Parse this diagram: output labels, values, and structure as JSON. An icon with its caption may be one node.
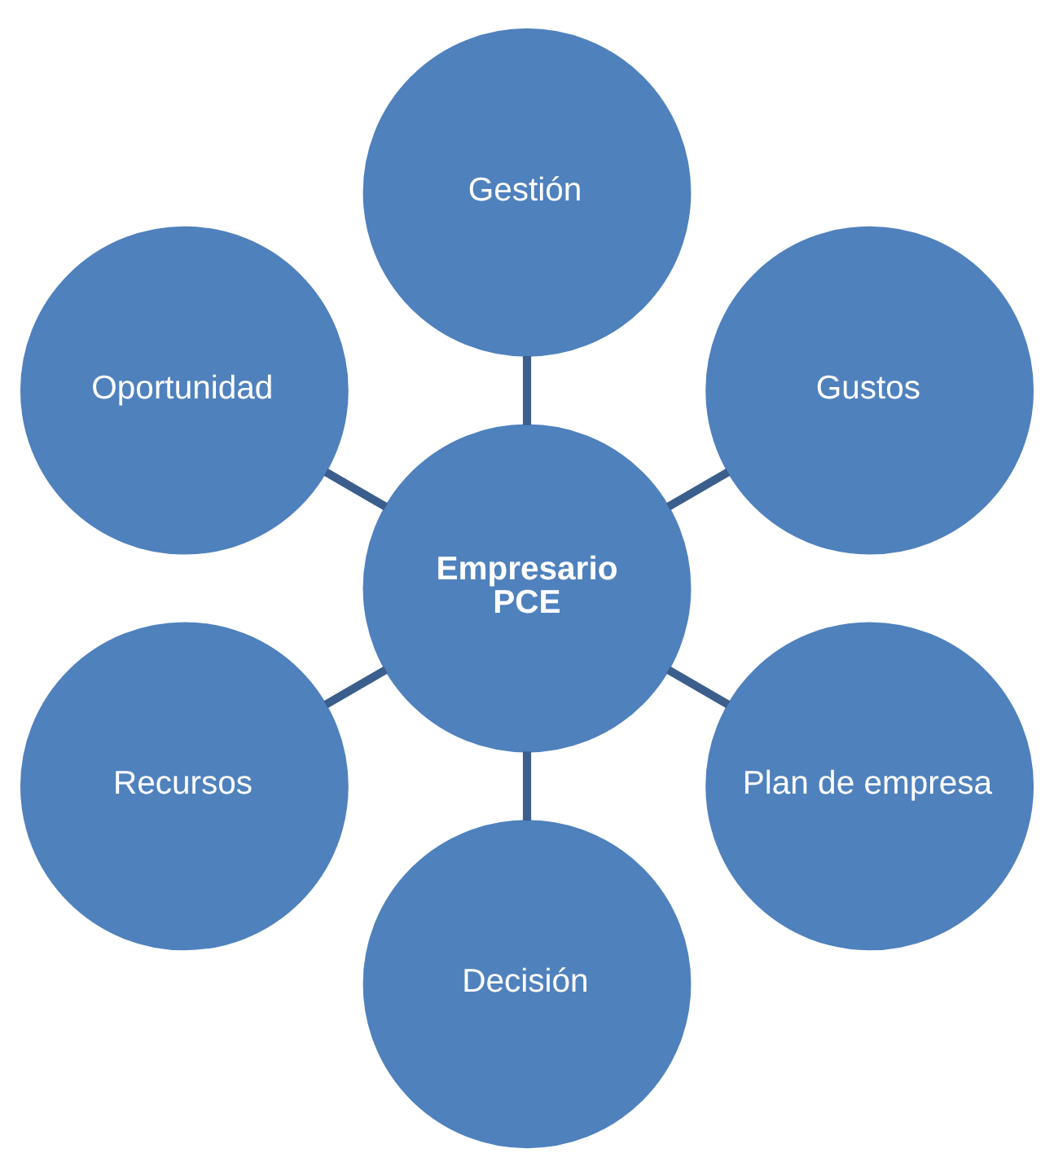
{
  "diagram": {
    "nodes": [
      {
        "text": [
          "Gustos"
        ]
      },
      {
        "text": [
          "Gestión"
        ]
      },
      {
        "text": [
          "Oportunidad"
        ]
      },
      {
        "text": [
          "Empresario",
          "PCE"
        ]
      },
      {
        "text": [
          "Recursos"
        ]
      },
      {
        "text": [
          "Decisión"
        ]
      },
      {
        "text": [
          "Plan de empresa"
        ]
      }
    ],
    "edges": [
      {
        "from": 3,
        "to": 0,
        "arrow": "none"
      },
      {
        "from": 3,
        "to": 2,
        "arrow": "none"
      },
      {
        "from": 3,
        "to": 5,
        "arrow": "none"
      },
      {
        "from": 3,
        "to": 6,
        "arrow": "none"
      },
      {
        "from": 3,
        "to": 4,
        "arrow": "none"
      },
      {
        "from": 3,
        "to": 1,
        "arrow": "none"
      }
    ]
  }
}
